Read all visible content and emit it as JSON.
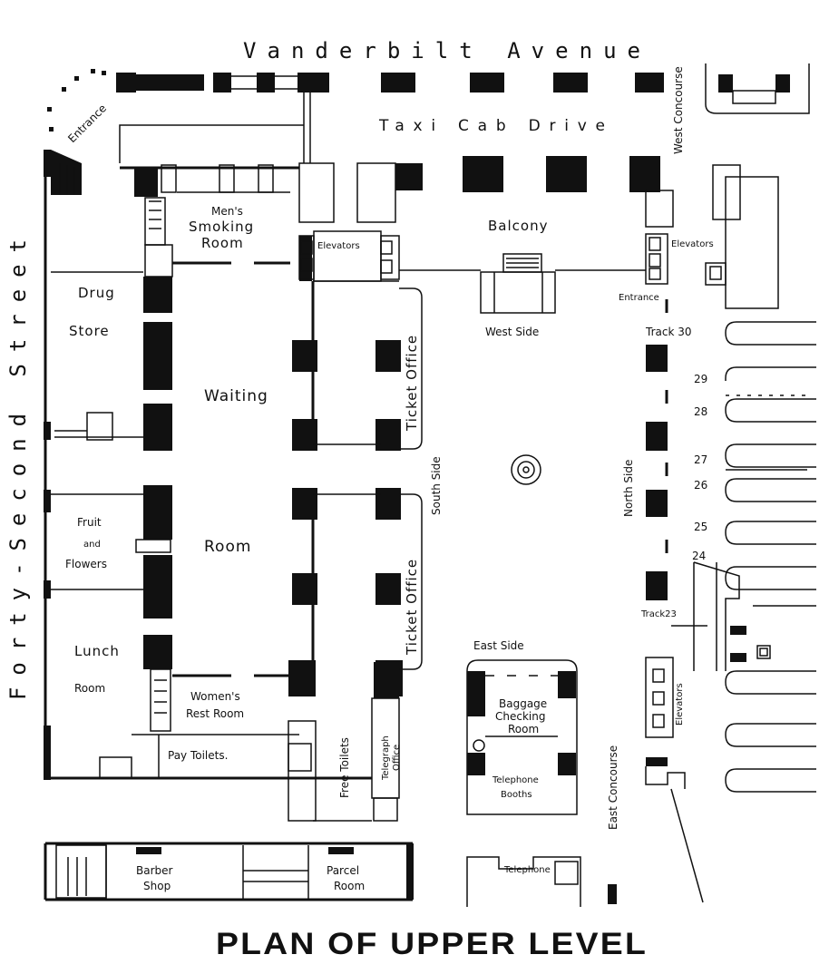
{
  "streets": {
    "vanderbilt": "Vanderbilt Avenue",
    "forty_second": "Forty-Second Street"
  },
  "areas": {
    "taxi_cab_drive": "Taxi Cab Drive",
    "balcony": "Balcony",
    "west_concourse": "West Concourse",
    "entrance_top": "Entrance",
    "mens_smoking_1": "Men's",
    "mens_smoking_2": "Smoking",
    "mens_smoking_3": "Room",
    "elevators_left": "Elevators",
    "elevators_right": "Elevators",
    "elevators_east": "Elevators",
    "entrance_right": "Entrance",
    "drug_1": "Drug",
    "drug_2": "Store",
    "waiting": "Waiting",
    "room": "Room",
    "ticket_office_1": "Ticket Office",
    "ticket_office_2": "Ticket Office",
    "south_side": "South Side",
    "west_side": "West Side",
    "north_side": "North Side",
    "east_side": "East Side",
    "east_concourse": "East Concourse",
    "fruit_1": "Fruit",
    "fruit_2": "and",
    "fruit_3": "Flowers",
    "lunch_1": "Lunch",
    "lunch_2": "Room",
    "womens_1": "Women's",
    "womens_2": "Rest Room",
    "pay_toilets": "Pay Toilets.",
    "free_toilets": "Free Toilets",
    "telegraph_1": "Telegraph",
    "telegraph_2": "Office",
    "baggage_1": "Baggage",
    "baggage_2": "Checking",
    "baggage_3": "Room",
    "phone_booths_1": "Telephone",
    "phone_booths_2": "Booths",
    "telephone": "Telephone",
    "barber_1": "Barber",
    "barber_2": "Shop",
    "parcel_1": "Parcel",
    "parcel_2": "Room"
  },
  "tracks": {
    "t30": "Track 30",
    "t29": "29",
    "t28": "28",
    "t27": "27",
    "t26": "26",
    "t25": "25",
    "t24": "24",
    "t23": "Track23"
  },
  "title": "PLAN OF UPPER LEVEL"
}
